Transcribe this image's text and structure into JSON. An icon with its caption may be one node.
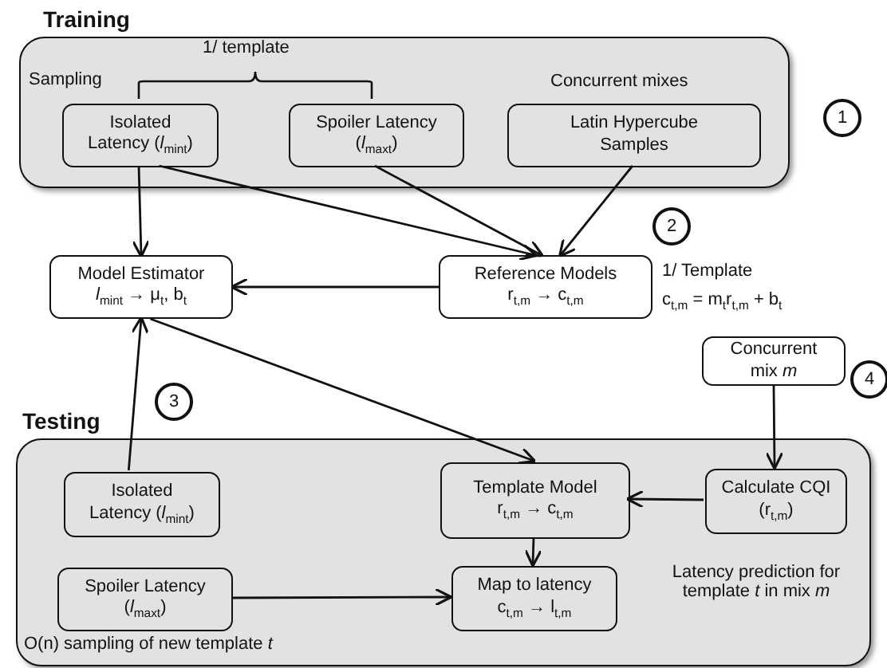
{
  "diagram": {
    "nodes": [
      {
        "text": [
          "Training",
          "Sampling"
        ]
      },
      {
        "text": [
          "Isolated Latency (*l*$_{min}$$_{t}$)"
        ],
        "in": 0
      },
      {
        "text": [
          "Spoiler Latency (*l*$_{max}$$_{t}$)"
        ],
        "in": 0
      },
      {
        "text": [
          "Latin Hypercube Samples"
        ],
        "in": 0
      },
      {
        "text": [
          "Model Estimator",
          "*l*$_{min}$$_{t}$ → μ$_{t}$, b$_{t}$"
        ]
      },
      {
        "text": [
          "Reference Models",
          "r$_{t,m}$ → c$_{t,m}$"
        ],
        "beside": [
          "1/ Template",
          "c$_{t,m}$ = m$_{t}$r$_{t,m}$ + b$_{t}$"
        ]
      },
      {
        "text": [
          "Concurrent mix *m*"
        ]
      },
      {
        "text": [
          "Testing",
          "O(n) sampling of new template *t*"
        ]
      },
      {
        "text": [
          "Isolated Latency (*l*$_{min}$$_{t}$)"
        ],
        "in": 7
      },
      {
        "text": [
          "Template Model",
          "r$_{t,m}$ → c$_{t,m}$"
        ],
        "in": 7
      },
      {
        "text": [
          "Calculate CQI (r$_{t,m}$)"
        ],
        "in": 7
      },
      {
        "text": [
          "Spoiler Latency (*l*$_{max}$$_{t}$)"
        ],
        "in": 7
      },
      {
        "text": [
          "Map to latency",
          "c$_{t,m}$ → l$_{t,m}$"
        ],
        "in": 7
      }
    ],
    "edges": [
      {
        "from": 1,
        "to": 4,
        "arrow": "to"
      },
      {
        "from": 1,
        "to": 5,
        "arrow": "to"
      },
      {
        "from": 2,
        "to": 5,
        "arrow": "to"
      },
      {
        "from": 3,
        "to": 5,
        "arrow": "to"
      },
      {
        "from": 5,
        "to": 4,
        "arrow": "to"
      },
      {
        "from": 8,
        "to": 4,
        "arrow": "to"
      },
      {
        "from": 4,
        "to": 9,
        "arrow": "to"
      },
      {
        "from": 6,
        "to": 10,
        "arrow": "to"
      },
      {
        "from": 10,
        "to": 9,
        "arrow": "to"
      },
      {
        "from": 9,
        "to": 12,
        "arrow": "to"
      },
      {
        "from": 11,
        "to": 12,
        "arrow": "to"
      }
    ],
    "labels": [
      "1/ template",
      "Concurrent mixes",
      "1",
      "2",
      "3",
      "4",
      "Latency prediction for template *t* in mix *m*"
    ]
  }
}
